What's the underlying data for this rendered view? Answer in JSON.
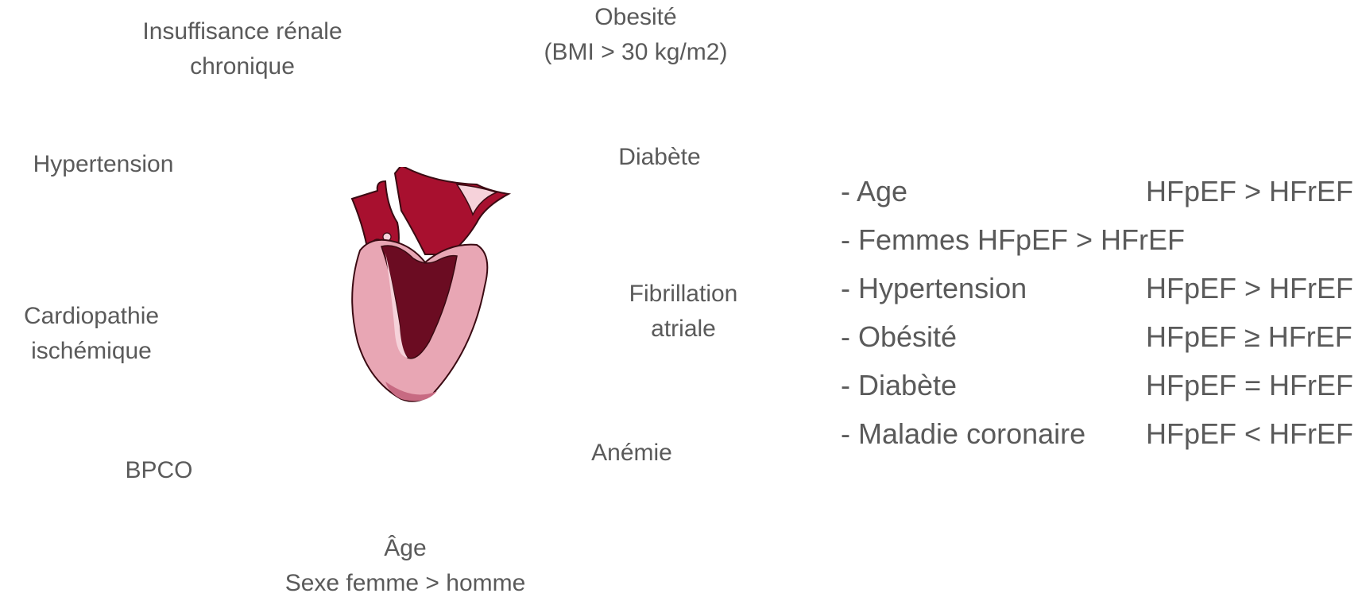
{
  "risk_factors": {
    "insuffisance_renale": {
      "line1": "Insuffisance rénale",
      "line2": "chronique"
    },
    "obesite": {
      "line1": "Obesité",
      "line2": "(BMI > 30 kg/m2)"
    },
    "hypertension": "Hypertension",
    "diabete": "Diabète",
    "cardiopathie": {
      "line1": "Cardiopathie",
      "line2": "ischémique"
    },
    "fibrillation": {
      "line1": "Fibrillation",
      "line2": "atriale"
    },
    "bpco": "BPCO",
    "anemie": "Anémie",
    "age_sexe": {
      "line1": "Âge",
      "line2": "Sexe femme > homme"
    }
  },
  "heart_icon": "heart-anatomy-icon",
  "colors": {
    "text": "#5a5a5a",
    "heart_outer": "#e8a6b4",
    "heart_dark": "#6b0c22",
    "heart_vessel": "#a8102f",
    "heart_light": "#f6d2da"
  },
  "comparison": [
    {
      "label": "- Age",
      "value": "HFpEF > HFrEF"
    },
    {
      "label": "- Femmes  HFpEF > HFrEF",
      "value": ""
    },
    {
      "label": "- Hypertension",
      "value": "HFpEF > HFrEF"
    },
    {
      "label": "- Obésité",
      "value": "HFpEF ≥ HFrEF"
    },
    {
      "label": "- Diabète",
      "value": "HFpEF = HFrEF"
    },
    {
      "label": "- Maladie coronaire",
      "value": "HFpEF < HFrEF"
    }
  ]
}
